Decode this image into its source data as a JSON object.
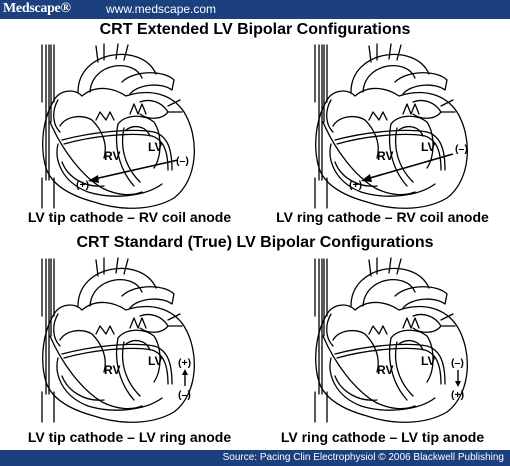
{
  "header": {
    "logo": "Medscape®",
    "url": "www.medscape.com"
  },
  "sections": {
    "extended": {
      "title": "CRT Extended LV Bipolar Configurations"
    },
    "standard": {
      "title": "CRT Standard (True) LV Bipolar Configurations"
    }
  },
  "panels": [
    {
      "caption": "LV tip cathode – RV coil anode",
      "rv": "RV",
      "lv": "LV",
      "minus": "(–)",
      "plus": "(+)"
    },
    {
      "caption": "LV ring cathode – RV coil anode",
      "rv": "RV",
      "lv": "LV",
      "minus": "(–)",
      "plus": "(+)"
    },
    {
      "caption": "LV tip cathode – LV ring anode",
      "rv": "RV",
      "lv": "LV",
      "plus": "(+)",
      "minus": "(–)"
    },
    {
      "caption": "LV ring cathode – LV tip anode",
      "rv": "RV",
      "lv": "LV",
      "minus": "(–)",
      "plus": "(+)"
    }
  ],
  "footer": {
    "source": "Source: Pacing Clin Electrophysiol © 2006 Blackwell Publishing"
  },
  "colors": {
    "banner": "#1c3f7e",
    "banner_text": "#ffffff",
    "text": "#000000"
  }
}
